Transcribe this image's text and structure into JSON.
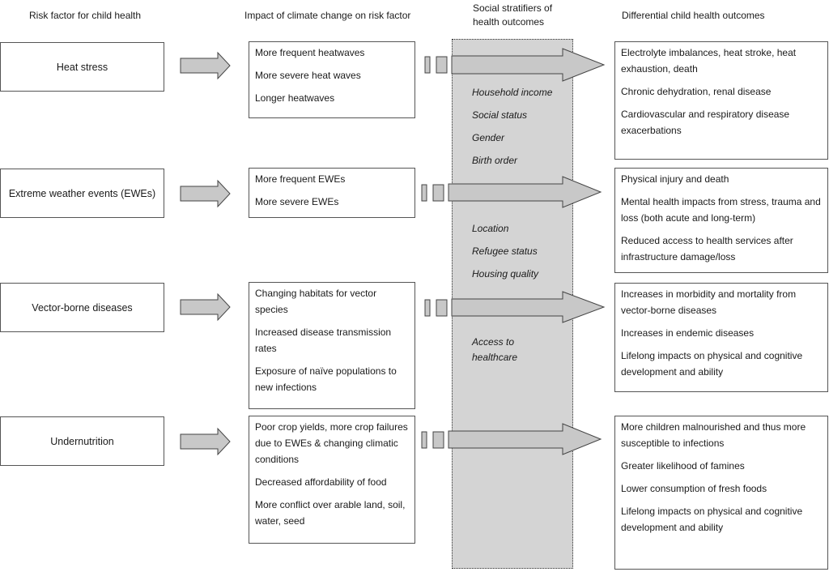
{
  "headers": {
    "risk": "Risk factor for child health",
    "impact": "Impact of climate change on risk factor",
    "stratifiers": "Social stratifiers of health outcomes",
    "outcomes": "Differential child health outcomes"
  },
  "rows": [
    {
      "risk": "Heat stress",
      "impacts": [
        "More frequent heatwaves",
        "More severe heat waves",
        "Longer heatwaves"
      ],
      "outcomes": [
        "Electrolyte imbalances, heat stroke, heat exhaustion, death",
        "Chronic dehydration, renal disease",
        "Cardiovascular and respiratory disease exacerbations"
      ]
    },
    {
      "risk": "Extreme weather events (EWEs)",
      "impacts": [
        "More frequent EWEs",
        "More severe EWEs"
      ],
      "outcomes": [
        "Physical injury and death",
        "Mental health impacts from stress, trauma and loss (both acute and long-term)",
        "Reduced access to health services after infrastructure damage/loss"
      ]
    },
    {
      "risk": "Vector-borne diseases",
      "impacts": [
        "Changing habitats for vector species",
        "Increased disease transmission rates",
        "Exposure of naïve populations to new infections"
      ],
      "outcomes": [
        "Increases in morbidity and mortality from vector-borne diseases",
        "Increases in endemic diseases",
        "Lifelong impacts on physical and cognitive development and ability"
      ]
    },
    {
      "risk": "Undernutrition",
      "impacts": [
        "Poor crop yields, more crop failures due to EWEs & changing climatic conditions",
        "Decreased affordability of food",
        "More conflict over arable land, soil, water, seed"
      ],
      "outcomes": [
        "More children malnourished and thus more susceptible to infections",
        "Greater likelihood of famines",
        "Lower consumption of fresh foods",
        "Lifelong impacts on physical and cognitive development and ability"
      ]
    }
  ],
  "stratifiers": [
    "Household income",
    "Social status",
    "Gender",
    "Birth order",
    "Location",
    "Refugee status",
    "Housing quality",
    "Access to healthcare"
  ]
}
